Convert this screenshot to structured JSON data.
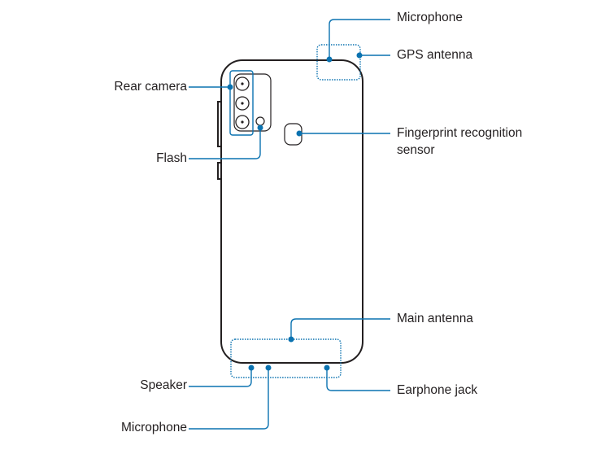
{
  "labels": {
    "microphone_top": "Microphone",
    "gps_antenna": "GPS antenna",
    "rear_camera": "Rear camera",
    "flash": "Flash",
    "fingerprint_line1": "Fingerprint recognition",
    "fingerprint_line2": "sensor",
    "main_antenna": "Main antenna",
    "speaker": "Speaker",
    "earphone_jack": "Earphone jack",
    "microphone_bottom": "Microphone"
  },
  "colors": {
    "callout": "#0a72b0",
    "outline": "#231f20"
  }
}
